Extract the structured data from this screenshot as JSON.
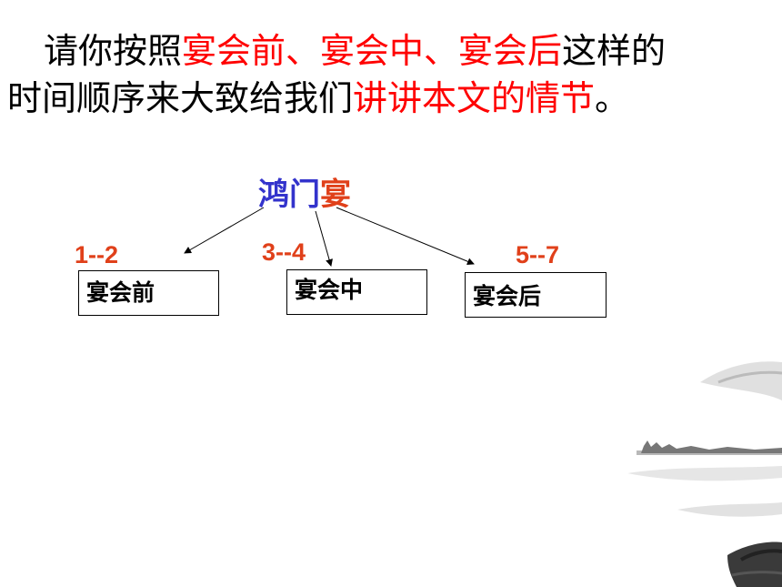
{
  "intro": {
    "part1": "请你按照",
    "highlight1": "宴会前、宴会中、宴会后",
    "part2": "这样的",
    "part3": "时间顺序来大致给我们",
    "highlight2": "讲讲本文的情节",
    "part4": "。"
  },
  "diagram": {
    "title_part1": "鸿门",
    "title_part2": "宴",
    "ranges": [
      "1--2",
      "3--4",
      "5--7"
    ],
    "boxes": [
      "宴会前",
      "宴会中",
      "宴会后"
    ]
  },
  "colors": {
    "highlight": "#ff0000",
    "title_blue": "#3333cc",
    "accent_orange": "#e0401a"
  }
}
